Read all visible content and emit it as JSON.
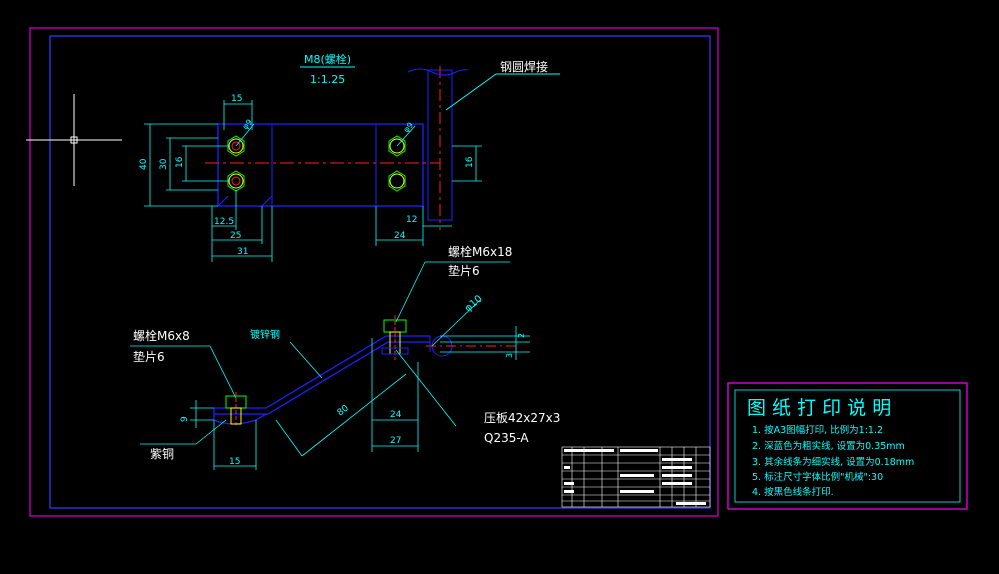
{
  "colors": {
    "background": "#000000",
    "frame_outer": "#ff00ff",
    "frame_inner": "#3a3aff",
    "part_blue": "#2020ff",
    "center_red": "#ff2020",
    "dim_cyan": "#00ffff",
    "hole_yellow": "#ffff00",
    "nut_green": "#00ff00",
    "text_white": "#ffffff"
  },
  "top_view": {
    "scale_title": "M8(螺栓)",
    "scale_ratio": "1:1.25",
    "weld_label": "钢圆焊接",
    "dims": {
      "d15": "15",
      "d40": "40",
      "d30": "30",
      "d16_left": "16",
      "d12_5": "12.5",
      "d25": "25",
      "d31": "31",
      "d24": "24",
      "d12": "12",
      "d16_right": "16",
      "dia_left": "φ9",
      "dia_right": "φ9"
    }
  },
  "side_view": {
    "bolt_right": "螺栓M6x18",
    "washer_right": "垫片6",
    "bolt_left": "螺栓M6x8",
    "washer_left": "垫片6",
    "bent_label": "镀锌钢",
    "copper_label": "紫铜",
    "plate_label": "压板42x27x3",
    "material_label": "Q235-A",
    "dims": {
      "d9": "9",
      "d15": "15",
      "d80": "80",
      "d24": "24",
      "d27": "27",
      "phi10": "φ10",
      "d2": "2",
      "d3": "3"
    }
  },
  "print_notes": {
    "title": "图 纸 打 印 说 明",
    "items": [
      "1.   按A3图幅打印, 比例为1:1.2",
      "2.   深蓝色为粗实线, 设置为0.35mm",
      "3.   其余线条为细实线, 设置为0.18mm",
      "5.   标注尺寸字体比例\"机械\":30",
      "4.   按黑色线条打印."
    ]
  }
}
